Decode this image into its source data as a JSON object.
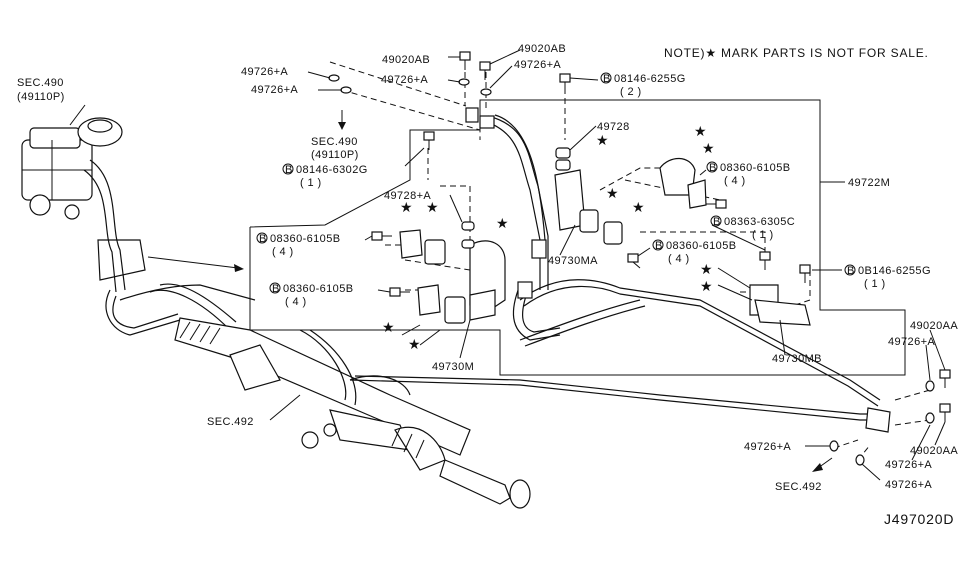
{
  "note": "NOTE)★ MARK PARTS IS NOT FOR SALE.",
  "diagram_code": "J497020D",
  "colors": {
    "ink": "#111111",
    "background": "#ffffff"
  },
  "labels": {
    "sec490_top": "SEC.490",
    "sec490_top_code": "(49110P)",
    "sec490_mid": "SEC.490",
    "sec490_mid_code": "(49110P)",
    "sec492_left": "SEC.492",
    "sec492_bottom": "SEC.492",
    "p49726a_1": "49726+A",
    "p49726a_2": "49726+A",
    "p49726a_3": "49726+A",
    "p49726a_4": "49726+A",
    "p49726a_5": "49726+A",
    "p49726a_6": "49726+A",
    "p49726a_7": "49726+A",
    "p49726a_8": "49726+A",
    "p49020ab_1": "49020AB",
    "p49020ab_2": "49020AB",
    "p49020aa_1": "49020AA",
    "p49020aa_2": "49020AA",
    "p49728": "49728",
    "p49728a": "49728+A",
    "p49722m": "49722M",
    "p49730m": "49730M",
    "p49730ma": "49730MA",
    "p49730mb": "49730MB",
    "b08146_6255g_top": "08146-6255G",
    "b08146_6255g_top_qty": "( 2 )",
    "b08146_6302g": "08146-6302G",
    "b08146_6302g_qty": "( 1 )",
    "b08360_6105b_tr": "08360-6105B",
    "b08360_6105b_tr_qty": "( 4 )",
    "b08363_6305c": "08363-6305C",
    "b08363_6305c_qty": "( 1 )",
    "b08360_6105b_l1": "08360-6105B",
    "b08360_6105b_l1_qty": "( 4 )",
    "b08360_6105b_l2": "08360-6105B",
    "b08360_6105b_l2_qty": "( 4 )",
    "b08360_6105b_c": "08360-6105B",
    "b08360_6105b_c_qty": "( 4 )",
    "b08146_6255g_r": "0B146-6255G",
    "b08146_6255g_r_qty": "( 1 )",
    "bolt_mark": "B"
  }
}
